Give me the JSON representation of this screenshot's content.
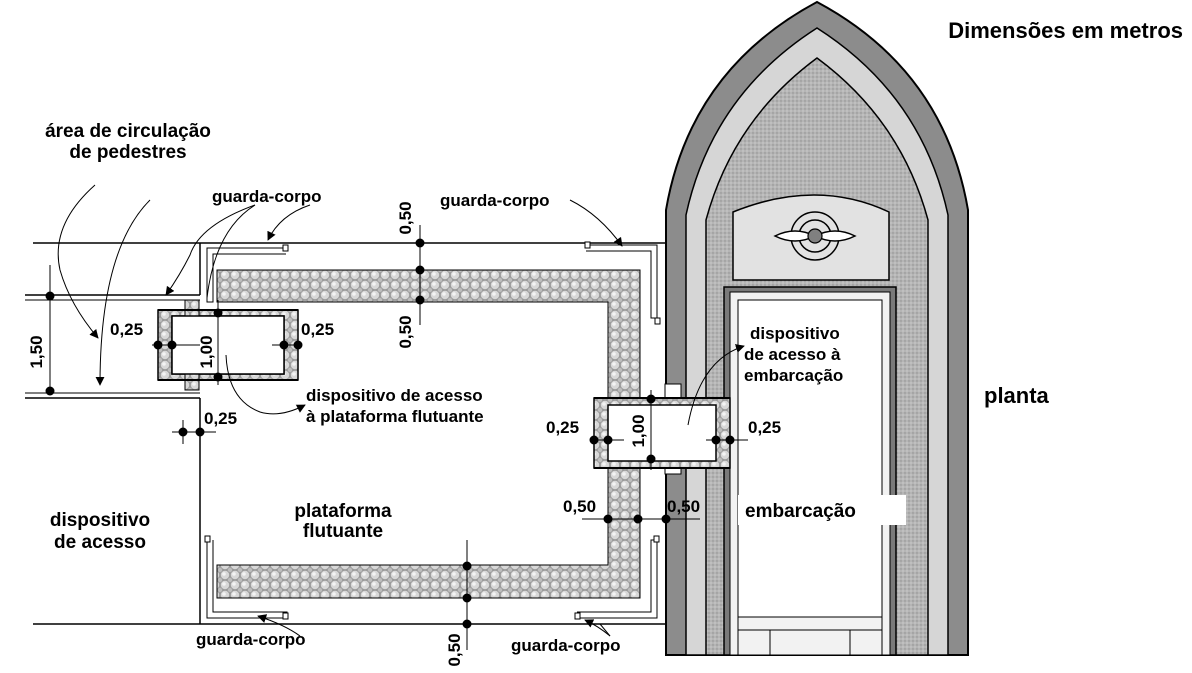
{
  "title": "Dimensões em metros",
  "view_label": "planta",
  "labels": {
    "pedestrian_area_line1": "área de circulação",
    "pedestrian_area_line2": "de pedestres",
    "guard_rail_top_left": "guarda-corpo",
    "guard_rail_top_right": "guarda-corpo",
    "guard_rail_bottom_left": "guarda-corpo",
    "guard_rail_bottom_right": "guarda-corpo",
    "platform_access_line1": "dispositivo de acesso",
    "platform_access_line2": "à plataforma flutuante",
    "boat_access_line1": "dispositivo",
    "boat_access_line2": "de acesso à",
    "boat_access_line3": "embarcação",
    "access_device_line1": "dispositivo",
    "access_device_line2": "de acesso",
    "platform_line1": "plataforma",
    "platform_line2": "flutuante",
    "boat": "embarcação"
  },
  "dimensions": {
    "walkway_width": "1,50",
    "left_device_left_margin": "0,25",
    "left_device_right_margin": "0,25",
    "left_device_width": "1,00",
    "left_device_offset": "0,25",
    "top_margin_upper": "0,50",
    "top_margin_lower": "0,50",
    "right_device_left_margin": "0,25",
    "right_device_right_margin": "0,25",
    "right_device_width": "1,00",
    "right_side_left": "0,50",
    "right_side_right": "0,50",
    "bottom_margin": "0,50"
  },
  "colors": {
    "line": "#000000",
    "hull_outer": "#7f7f7f",
    "hull_band": "#d9d9d9",
    "hull_inner": "#a6a6a6",
    "cabin": "#e0e0e0",
    "tactile_strip": "#c0c0c0",
    "deck": "#ffffff"
  }
}
